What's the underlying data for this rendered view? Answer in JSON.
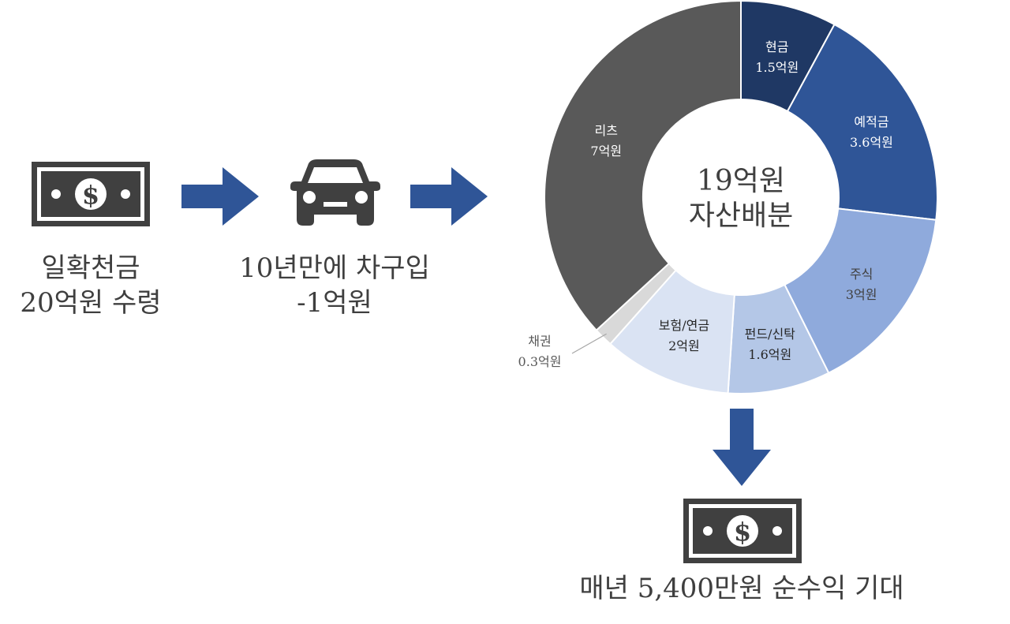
{
  "step1": {
    "icon": "dollar-bill-icon",
    "caption": "일확천금\n20억원 수령"
  },
  "step2": {
    "icon": "car-icon",
    "caption": "10년만에 차구입\n-1억원"
  },
  "result": {
    "icon": "dollar-bill-icon",
    "caption": "매년 5,400만원 순수익 기대"
  },
  "colors": {
    "arrow": "#2f5597",
    "icon": "#404040"
  },
  "chart_data": {
    "type": "pie",
    "style": "donut",
    "center_label": [
      "19억원",
      "자산배분"
    ],
    "total": 19,
    "unit": "억원",
    "slices": [
      {
        "name": "현금",
        "value": 1.5,
        "label": "1.5억원",
        "color": "#1f3864",
        "text_color": "#ffffff"
      },
      {
        "name": "예적금",
        "value": 3.6,
        "label": "3.6억원",
        "color": "#2f5597",
        "text_color": "#ffffff"
      },
      {
        "name": "주식",
        "value": 3,
        "label": "3억원",
        "color": "#8faadc",
        "text_color": "#404040"
      },
      {
        "name": "펀드/신탁",
        "value": 1.6,
        "label": "1.6억원",
        "color": "#b4c7e7",
        "text_color": "#262626"
      },
      {
        "name": "보험/연금",
        "value": 2,
        "label": "2억원",
        "color": "#dae3f3",
        "text_color": "#262626"
      },
      {
        "name": "채권",
        "value": 0.3,
        "label": "0.3억원",
        "color": "#d9d9d9",
        "text_color": "#595959",
        "callout": true
      },
      {
        "name": "리츠",
        "value": 7,
        "label": "7억원",
        "color": "#595959",
        "text_color": "#ffffff"
      }
    ]
  }
}
